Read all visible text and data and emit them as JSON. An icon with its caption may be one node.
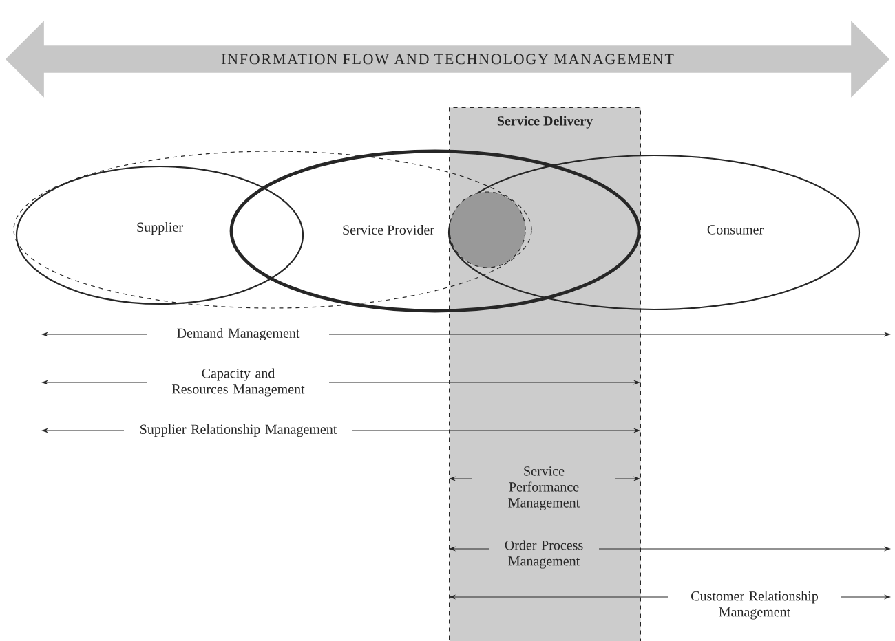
{
  "diagram": {
    "nodes": [
      {
        "text": [
          "INFORMATION FLOW AND TECHNOLOGY MANAGEMENT"
        ]
      },
      {
        "text": [
          "Service Delivery"
        ]
      },
      {
        "text": [],
        "shape": "ellipse"
      },
      {
        "text": [
          "Supplier"
        ],
        "in": 2
      },
      {
        "text": [
          "Service Provider"
        ]
      },
      {
        "text": [
          "Consumer"
        ]
      },
      {
        "text": [],
        "shape": "circle"
      }
    ],
    "labels": [
      "Demand Management",
      "Capacity and Resources Management",
      "Supplier Relationship Management",
      "Service Performance Management",
      "Order Process Management",
      "Customer Relationship Management"
    ]
  }
}
